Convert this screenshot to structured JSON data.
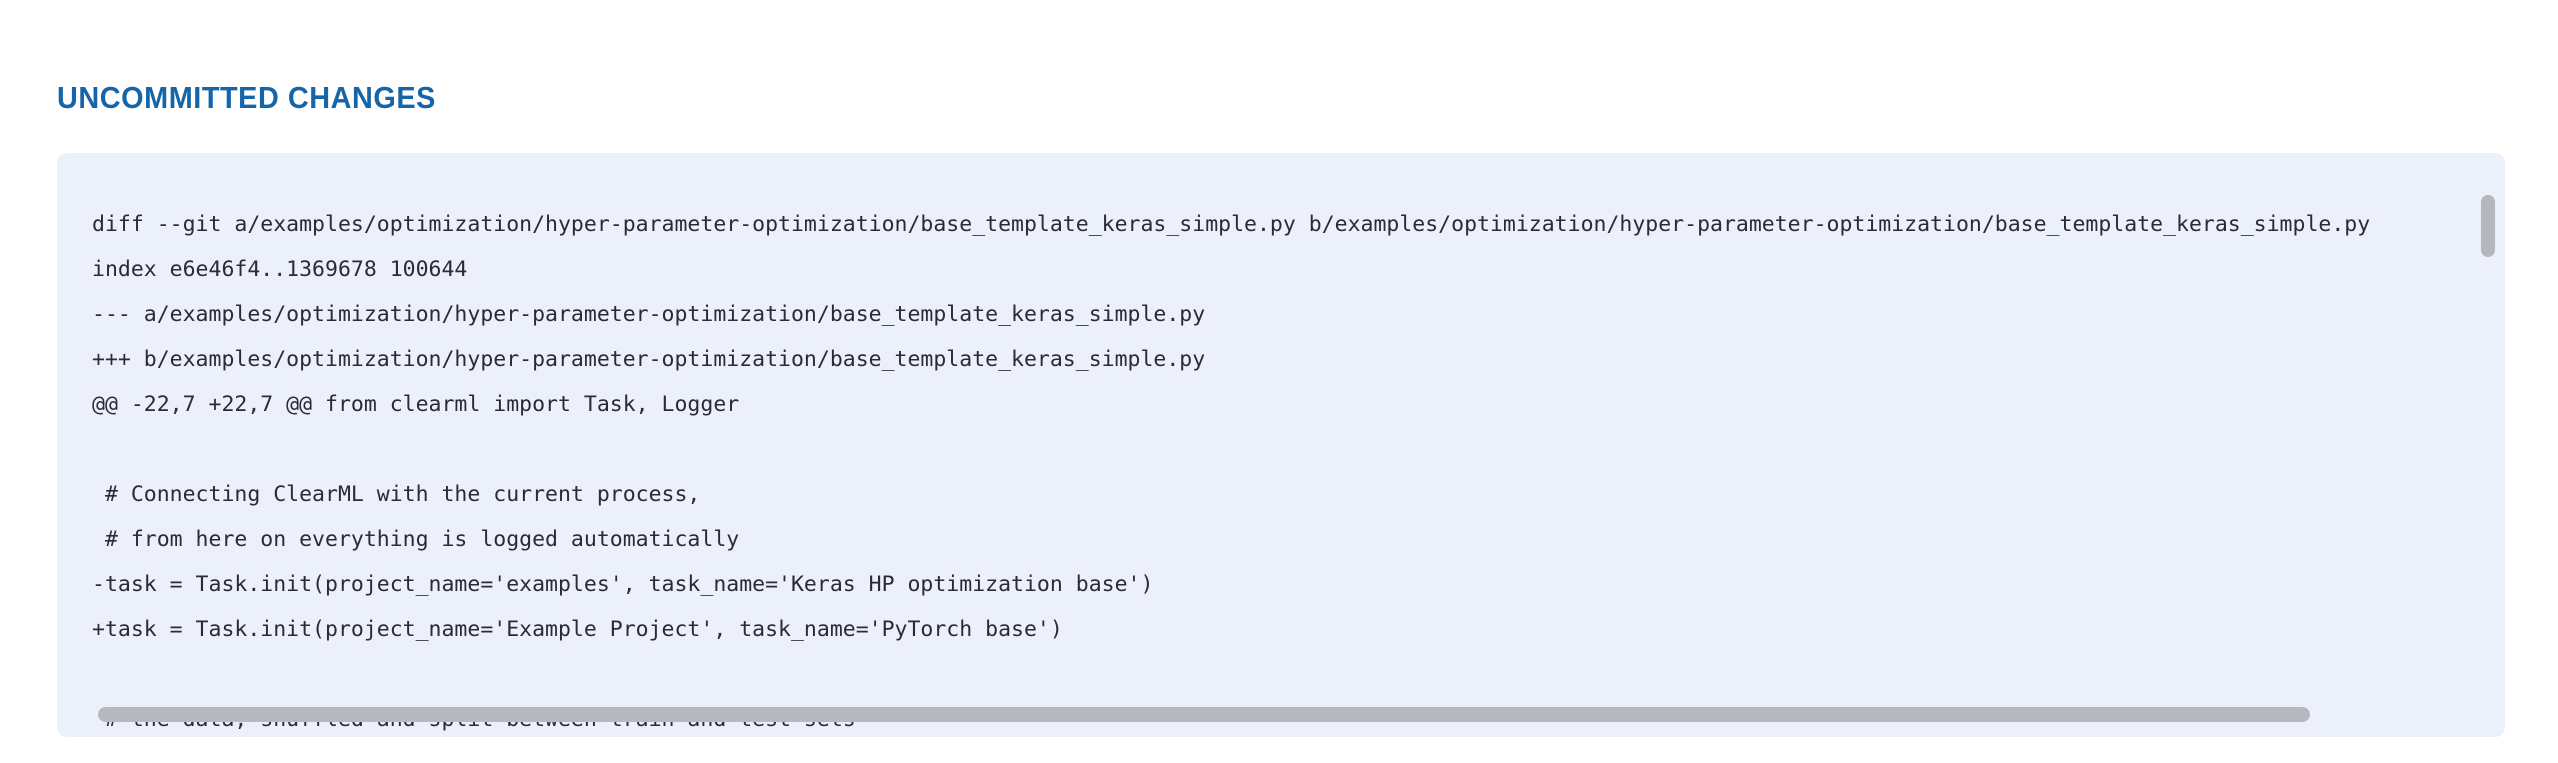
{
  "section": {
    "title": "UNCOMMITTED CHANGES",
    "title_color": "#1565a8"
  },
  "diff_card": {
    "background_color": "#ecf0fa",
    "text_color": "#2b2b33",
    "lines": [
      "diff --git a/examples/optimization/hyper-parameter-optimization/base_template_keras_simple.py b/examples/optimization/hyper-parameter-optimization/base_template_keras_simple.py",
      "index e6e46f4..1369678 100644",
      "--- a/examples/optimization/hyper-parameter-optimization/base_template_keras_simple.py",
      "+++ b/examples/optimization/hyper-parameter-optimization/base_template_keras_simple.py",
      "@@ -22,7 +22,7 @@ from clearml import Task, Logger",
      "",
      " # Connecting ClearML with the current process,",
      " # from here on everything is logged automatically",
      "-task = Task.init(project_name='examples', task_name='Keras HP optimization base')",
      "+task = Task.init(project_name='Example Project', task_name='PyTorch base')",
      "",
      " # the data, shuffled and split between train and test sets"
    ]
  },
  "scrollbars": {
    "vertical_thumb_color": "#b6b6bd",
    "horizontal_thumb_color": "#b8b8bf"
  }
}
